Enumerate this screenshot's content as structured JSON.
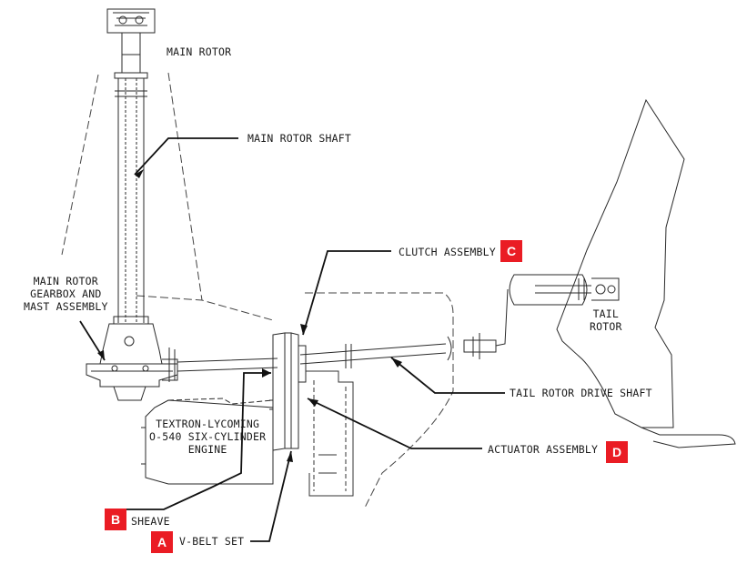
{
  "labels": {
    "main_rotor": "MAIN ROTOR",
    "main_rotor_shaft": "MAIN ROTOR SHAFT",
    "clutch_assembly": "CLUTCH ASSEMBLY",
    "gearbox": "MAIN ROTOR\nGEARBOX AND\nMAST ASSEMBLY",
    "tail_rotor": "TAIL\nROTOR",
    "tail_rotor_drive_shaft": "TAIL ROTOR DRIVE SHAFT",
    "engine": "TEXTRON-LYCOMING\nO-540 SIX-CYLINDER\nENGINE",
    "actuator_assembly": "ACTUATOR ASSEMBLY",
    "sheave": "SHEAVE",
    "v_belt_set": "V-BELT SET"
  },
  "badges": {
    "a": "A",
    "b": "B",
    "c": "C",
    "d": "D"
  },
  "colors": {
    "badge": "#ea1c24",
    "line": "#1a1a1a"
  }
}
